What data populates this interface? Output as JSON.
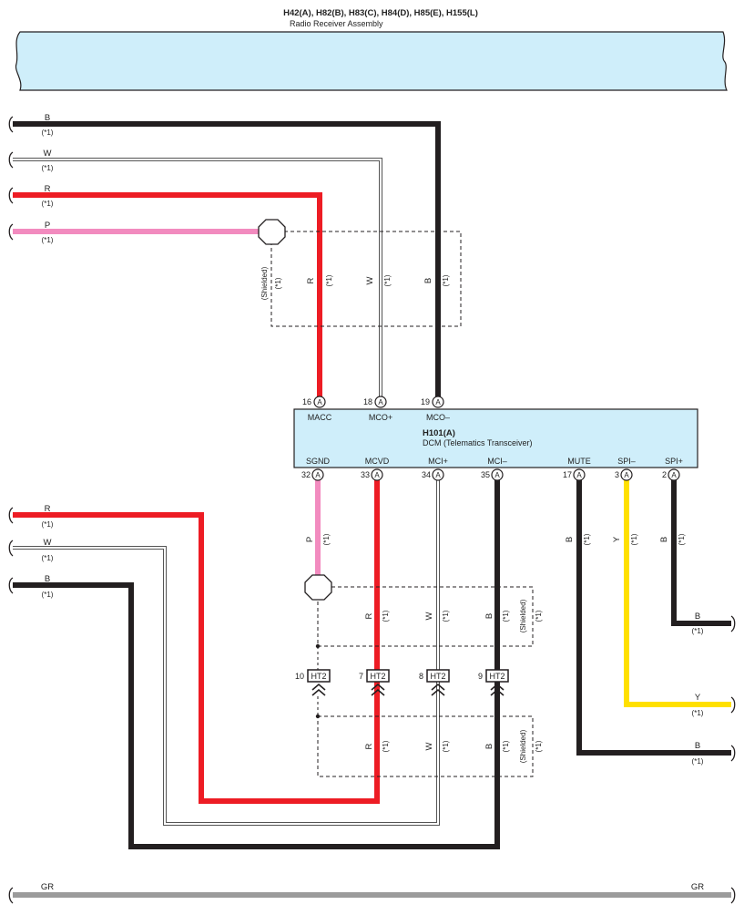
{
  "header": {
    "connectors": "H42(A), H82(B), H83(C), H84(D), H85(E), H155(L)",
    "component": "Radio Receiver Assembly"
  },
  "dcm": {
    "code": "H101(A)",
    "name": "DCM (Telematics Transceiver)"
  },
  "upper_wires": [
    {
      "color": "B",
      "note": "(*1)"
    },
    {
      "color": "W",
      "note": "(*1)"
    },
    {
      "color": "R",
      "note": "(*1)"
    },
    {
      "color": "P",
      "note": "(*1)"
    }
  ],
  "upper_vertical": {
    "shield": "(Shielded)",
    "shield_note": "(*1)",
    "r": "R",
    "w": "W",
    "b": "B",
    "note": "(*1)"
  },
  "top_pins": [
    {
      "num": "16",
      "letter": "A",
      "name": "MACC"
    },
    {
      "num": "18",
      "letter": "A",
      "name": "MCO+"
    },
    {
      "num": "19",
      "letter": "A",
      "name": "MCO–"
    }
  ],
  "bottom_pins": [
    {
      "num": "32",
      "letter": "A",
      "name": "SGND"
    },
    {
      "num": "33",
      "letter": "A",
      "name": "MCVD"
    },
    {
      "num": "34",
      "letter": "A",
      "name": "MCI+"
    },
    {
      "num": "35",
      "letter": "A",
      "name": "MCI–"
    },
    {
      "num": "17",
      "letter": "A",
      "name": "MUTE"
    },
    {
      "num": "3",
      "letter": "A",
      "name": "SPI–"
    },
    {
      "num": "2",
      "letter": "A",
      "name": "SPI+"
    }
  ],
  "lower_vertical": {
    "p": "P",
    "r": "R",
    "w": "W",
    "b": "B",
    "y": "Y",
    "note": "(*1)",
    "shield": "(Shielded)",
    "shield_note": "(*1)"
  },
  "ht2": [
    {
      "num": "10",
      "label": "HT2"
    },
    {
      "num": "7",
      "label": "HT2"
    },
    {
      "num": "8",
      "label": "HT2"
    },
    {
      "num": "9",
      "label": "HT2"
    }
  ],
  "left_wires": [
    {
      "color": "R",
      "note": "(*1)"
    },
    {
      "color": "W",
      "note": "(*1)"
    },
    {
      "color": "B",
      "note": "(*1)"
    }
  ],
  "right_wires": [
    {
      "color": "B",
      "note": "(*1)"
    },
    {
      "color": "Y",
      "note": "(*1)"
    },
    {
      "color": "B",
      "note": "(*1)"
    }
  ],
  "ground": {
    "left": "GR",
    "right": "GR"
  },
  "colors": {
    "black": "#231f20",
    "red": "#ed1c24",
    "pink": "#f28bbf",
    "yellow": "#ffe000",
    "gray": "#9b9b9b",
    "blue_fill": "#cfeefa"
  }
}
